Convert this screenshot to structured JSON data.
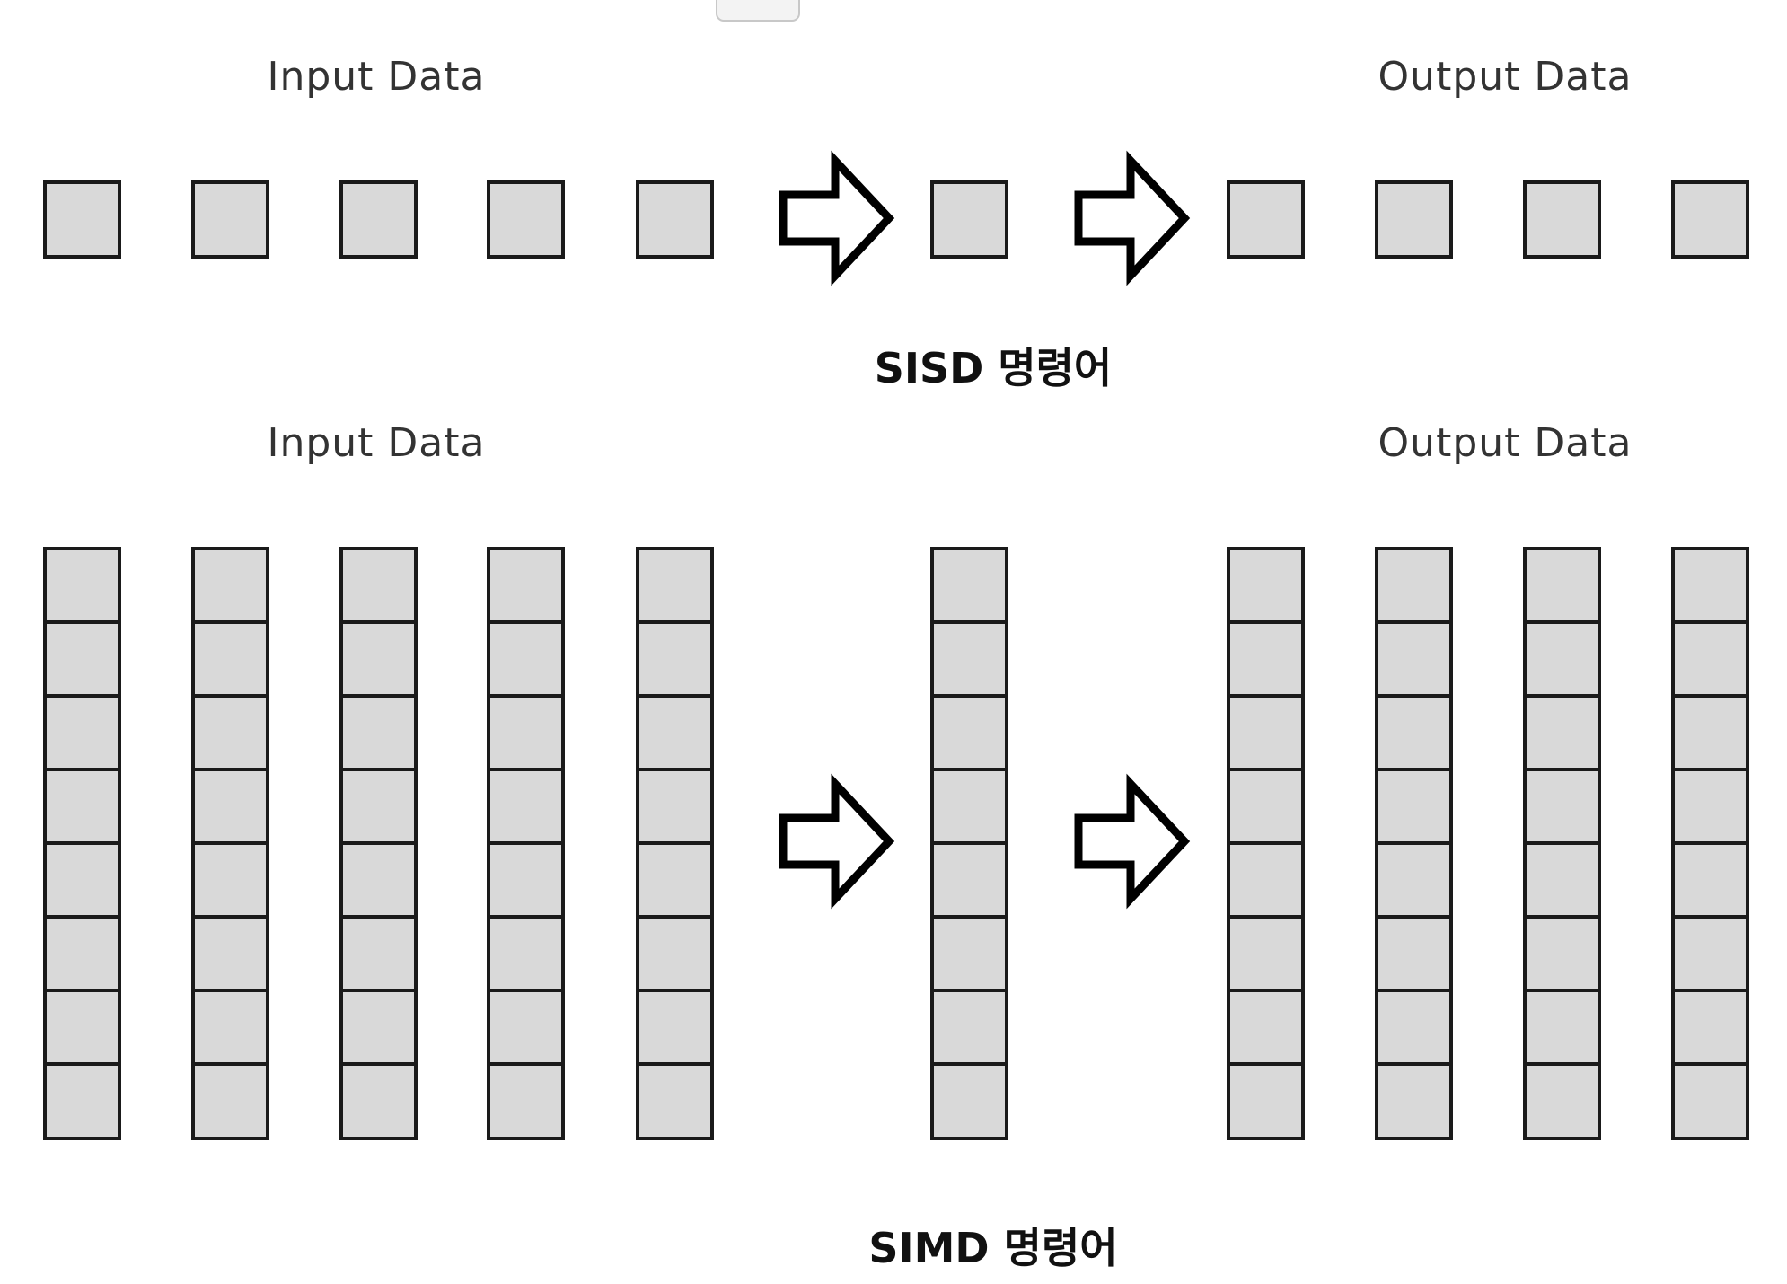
{
  "sisd": {
    "input_label": "Input Data",
    "output_label": "Output Data",
    "caption": "SISD 명령어",
    "input_columns": 5,
    "process_columns": 1,
    "output_columns": 4,
    "cells_per_column": 1
  },
  "simd": {
    "input_label": "Input Data",
    "output_label": "Output Data",
    "caption": "SIMD 명령어",
    "input_columns": 5,
    "process_columns": 1,
    "output_columns": 4,
    "cells_per_column": 8
  },
  "colors": {
    "cell_fill": "#d9d9d9",
    "cell_stroke": "#1a1a1a",
    "arrow_stroke": "#000000",
    "arrow_fill": "#ffffff"
  }
}
